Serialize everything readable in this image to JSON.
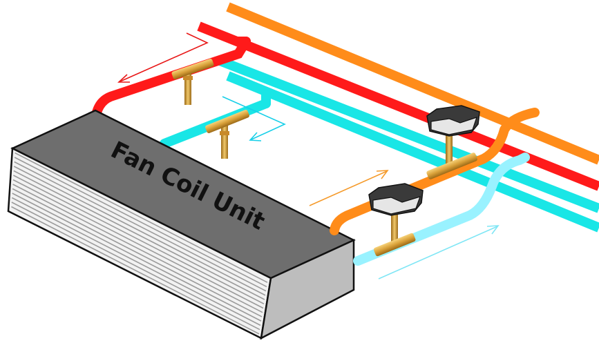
{
  "unit": {
    "label": "Fan Coil Unit",
    "top_color": "#6e6e6e",
    "front_color": "#f2f2f2",
    "side_color": "#bdbdbd",
    "outline_color": "#111111"
  },
  "pipes": {
    "hot_supply_color": "#ff1a1a",
    "hot_return_color": "#ff8c1a",
    "chilled_supply_color": "#19e6e6",
    "chilled_return_color": "#99f2ff",
    "fitting_color": "#d9a13a"
  },
  "icons": [
    "fan-coil-unit",
    "valve-actuator",
    "tee-fitting",
    "flow-arrow"
  ]
}
